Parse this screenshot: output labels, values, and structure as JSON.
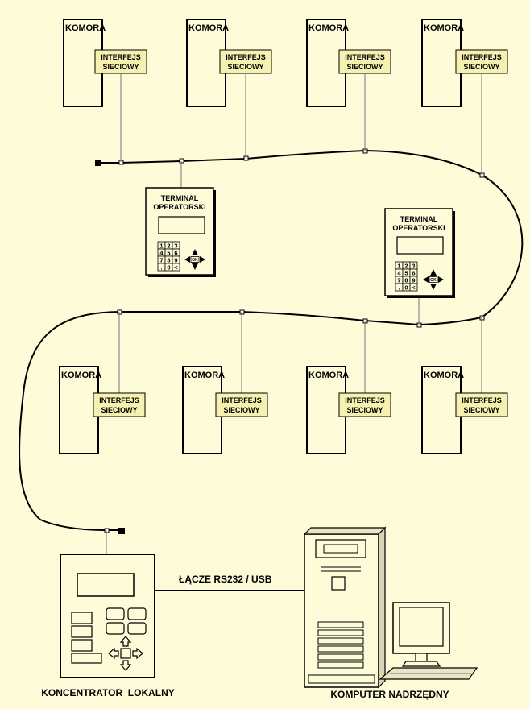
{
  "diagram": {
    "chamber_label": "KOMORA",
    "interface_line1": "INTERFEJS",
    "interface_line2": "SIECIOWY",
    "terminal_line1": "TERMINAL",
    "terminal_line2": "OPERATORSKI",
    "keypad_keys": [
      "1",
      "2",
      "3",
      "4",
      "5",
      "6",
      "7",
      "8",
      "9",
      ".",
      "0",
      "<"
    ],
    "ok_key": "OK",
    "link_label": "ŁĄCZE RS232 / USB",
    "concentrator_label": "KONCENTRATOR  LOKALNY",
    "computer_label": "KOMPUTER NADRZĘDNY"
  },
  "colors": {
    "background": "#fdfbd8",
    "box_fill": "#fdfbd8",
    "interface_fill": "#f6f1b0",
    "line": "#000000",
    "wire_gray": "#777777"
  }
}
